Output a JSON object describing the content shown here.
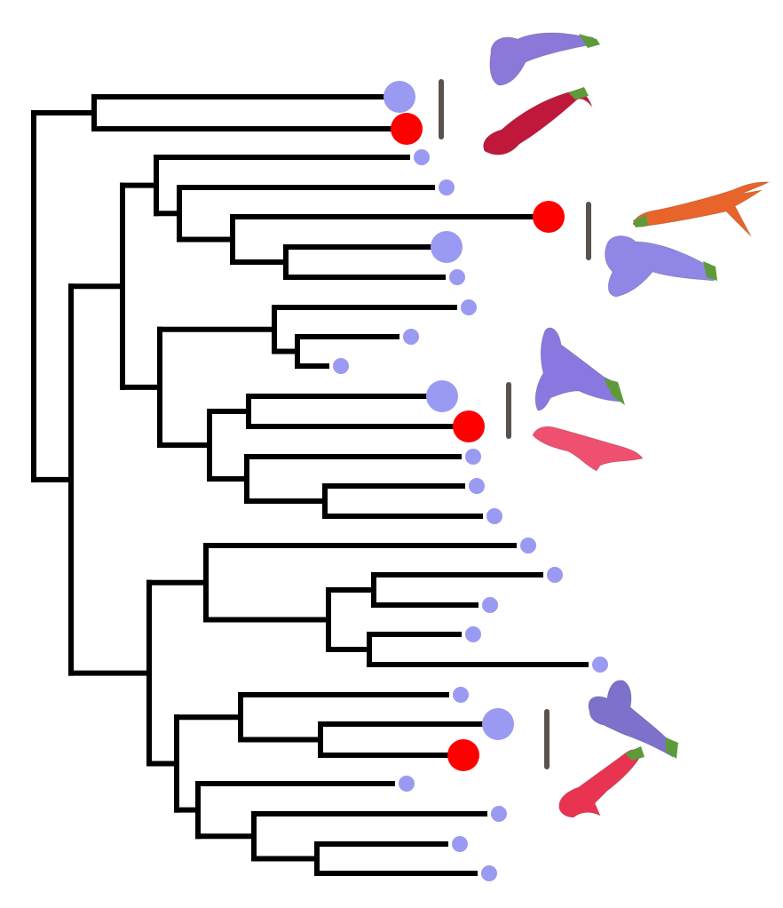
{
  "legend_colors": {
    "branch": "#000000",
    "bee_pollinated_tip": "#9a9af2",
    "bird_pollinated_tip": "#ff0000",
    "pair_marker": "#5a524e"
  },
  "tips": [
    {
      "id": "t01",
      "pollinator": "bee",
      "size": "large"
    },
    {
      "id": "t02",
      "pollinator": "bird",
      "size": "large"
    },
    {
      "id": "t03",
      "pollinator": "bee",
      "size": "small"
    },
    {
      "id": "t04",
      "pollinator": "bee",
      "size": "small"
    },
    {
      "id": "t05",
      "pollinator": "bird",
      "size": "large"
    },
    {
      "id": "t06",
      "pollinator": "bee",
      "size": "large"
    },
    {
      "id": "t07",
      "pollinator": "bee",
      "size": "small"
    },
    {
      "id": "t08",
      "pollinator": "bee",
      "size": "small"
    },
    {
      "id": "t09",
      "pollinator": "bee",
      "size": "small"
    },
    {
      "id": "t10",
      "pollinator": "bee",
      "size": "small"
    },
    {
      "id": "t11",
      "pollinator": "bee",
      "size": "large"
    },
    {
      "id": "t12",
      "pollinator": "bird",
      "size": "large"
    },
    {
      "id": "t13",
      "pollinator": "bee",
      "size": "small"
    },
    {
      "id": "t14",
      "pollinator": "bee",
      "size": "small"
    },
    {
      "id": "t15",
      "pollinator": "bee",
      "size": "small"
    },
    {
      "id": "t16",
      "pollinator": "bee",
      "size": "small"
    },
    {
      "id": "t17",
      "pollinator": "bee",
      "size": "small"
    },
    {
      "id": "t18",
      "pollinator": "bee",
      "size": "small"
    },
    {
      "id": "t19",
      "pollinator": "bee",
      "size": "small"
    },
    {
      "id": "t20",
      "pollinator": "bee",
      "size": "small"
    },
    {
      "id": "t21",
      "pollinator": "bee",
      "size": "small"
    },
    {
      "id": "t22",
      "pollinator": "bee",
      "size": "large"
    },
    {
      "id": "t23",
      "pollinator": "bird",
      "size": "large"
    },
    {
      "id": "t24",
      "pollinator": "bee",
      "size": "small"
    },
    {
      "id": "t25",
      "pollinator": "bee",
      "size": "small"
    },
    {
      "id": "t26",
      "pollinator": "bee",
      "size": "small"
    },
    {
      "id": "t27",
      "pollinator": "bee",
      "size": "small"
    }
  ],
  "flower_pairs": [
    {
      "id": "pair-1",
      "bee_flower_color": "#8c78d8",
      "bird_flower_color": "#c0183a"
    },
    {
      "id": "pair-2",
      "bee_flower_color": "#8f86e6",
      "bird_flower_color": "#e9642a"
    },
    {
      "id": "pair-3",
      "bee_flower_color": "#8a78e0",
      "bird_flower_color": "#f05070"
    },
    {
      "id": "pair-4",
      "bee_flower_color": "#7c72cc",
      "bird_flower_color": "#e83450"
    }
  ]
}
